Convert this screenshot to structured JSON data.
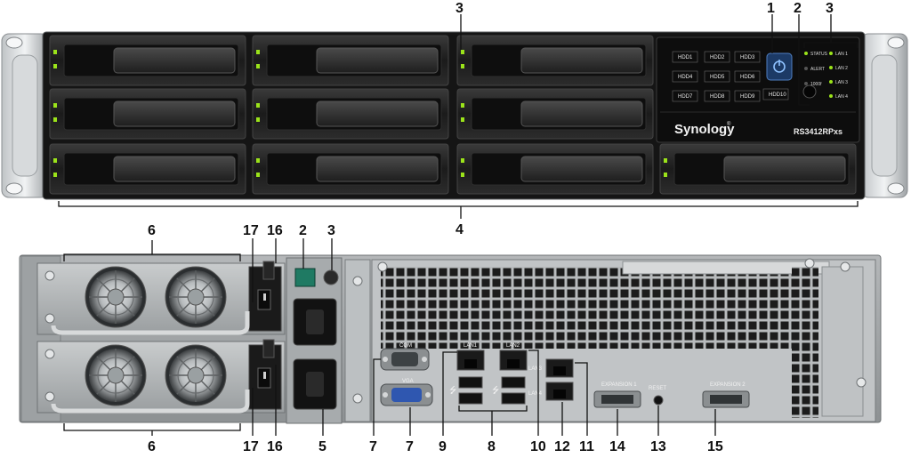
{
  "front": {
    "brand": "Synology",
    "brand_mark": "®",
    "model": "RS3412RPxs",
    "hdd_labels": [
      "HDD1",
      "HDD2",
      "HDD3",
      "HDD4",
      "HDD5",
      "HDD6",
      "HDD7",
      "HDD8",
      "HDD9",
      "HDD10"
    ],
    "status_labels": [
      "STATUS",
      "ALERT",
      "1000f"
    ],
    "lan_labels": [
      "LAN 1",
      "LAN 2",
      "LAN 3",
      "LAN 4"
    ],
    "callouts": {
      "power_button": "1",
      "reset_button": "2",
      "indicators": "3",
      "indicators_b": "3",
      "drive_trays": "4"
    }
  },
  "rear": {
    "port_labels": {
      "com": "COM",
      "vga": "VGA",
      "lan1": "LAN1",
      "lan2": "LAN2",
      "lan3": "LAN3",
      "lan4": "LAN4",
      "expansion1": "EXPANSION 1",
      "expansion2": "EXPANSION 2",
      "reset": "RESET"
    },
    "callouts": {
      "psu_top": "6",
      "psu_bottom": "6",
      "switch_top": "17",
      "switch_bottom": "17",
      "led_top": "16",
      "led_bottom": "16",
      "power_port_button": "2",
      "power_port_led": "3",
      "power_socket": "5",
      "com": "7",
      "vga": "7",
      "usb": "8",
      "lan1": "9",
      "lan2": "10",
      "lan_extra": "11",
      "lan_extra_ports": "12",
      "reset": "13",
      "expansion1": "14",
      "expansion2": "15"
    }
  }
}
